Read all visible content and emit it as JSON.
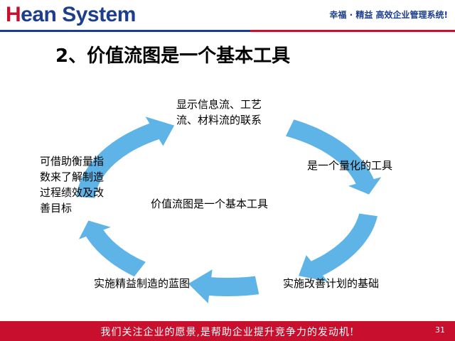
{
  "header": {
    "logo_first": "H",
    "logo_rest": "ean System",
    "tagline": "幸福 · 精益  高效企业管理系统!"
  },
  "slide": {
    "title": "2、价值流图是一个基本工具"
  },
  "diagram": {
    "center": "价值流图是一个基本工具",
    "arrow_color": "#5eb4e6",
    "nodes": {
      "top": [
        "显示信息流、工艺",
        "流、材料流的联系"
      ],
      "right": [
        "是一个量化的工具"
      ],
      "bottom_right": [
        "实施改善计划的基础"
      ],
      "bottom_left": [
        "实施精益制造的蓝图"
      ],
      "left": [
        "可借助衡量指",
        "数来了解制造",
        "过程绩效及改",
        "善目标"
      ]
    }
  },
  "footer": {
    "slogan": "我们关注企业的愿景,是帮助企业提升竞争力的发动机!",
    "page_number": "31"
  },
  "colors": {
    "brand_blue": "#1d3e8c",
    "brand_red": "#c8102e"
  }
}
